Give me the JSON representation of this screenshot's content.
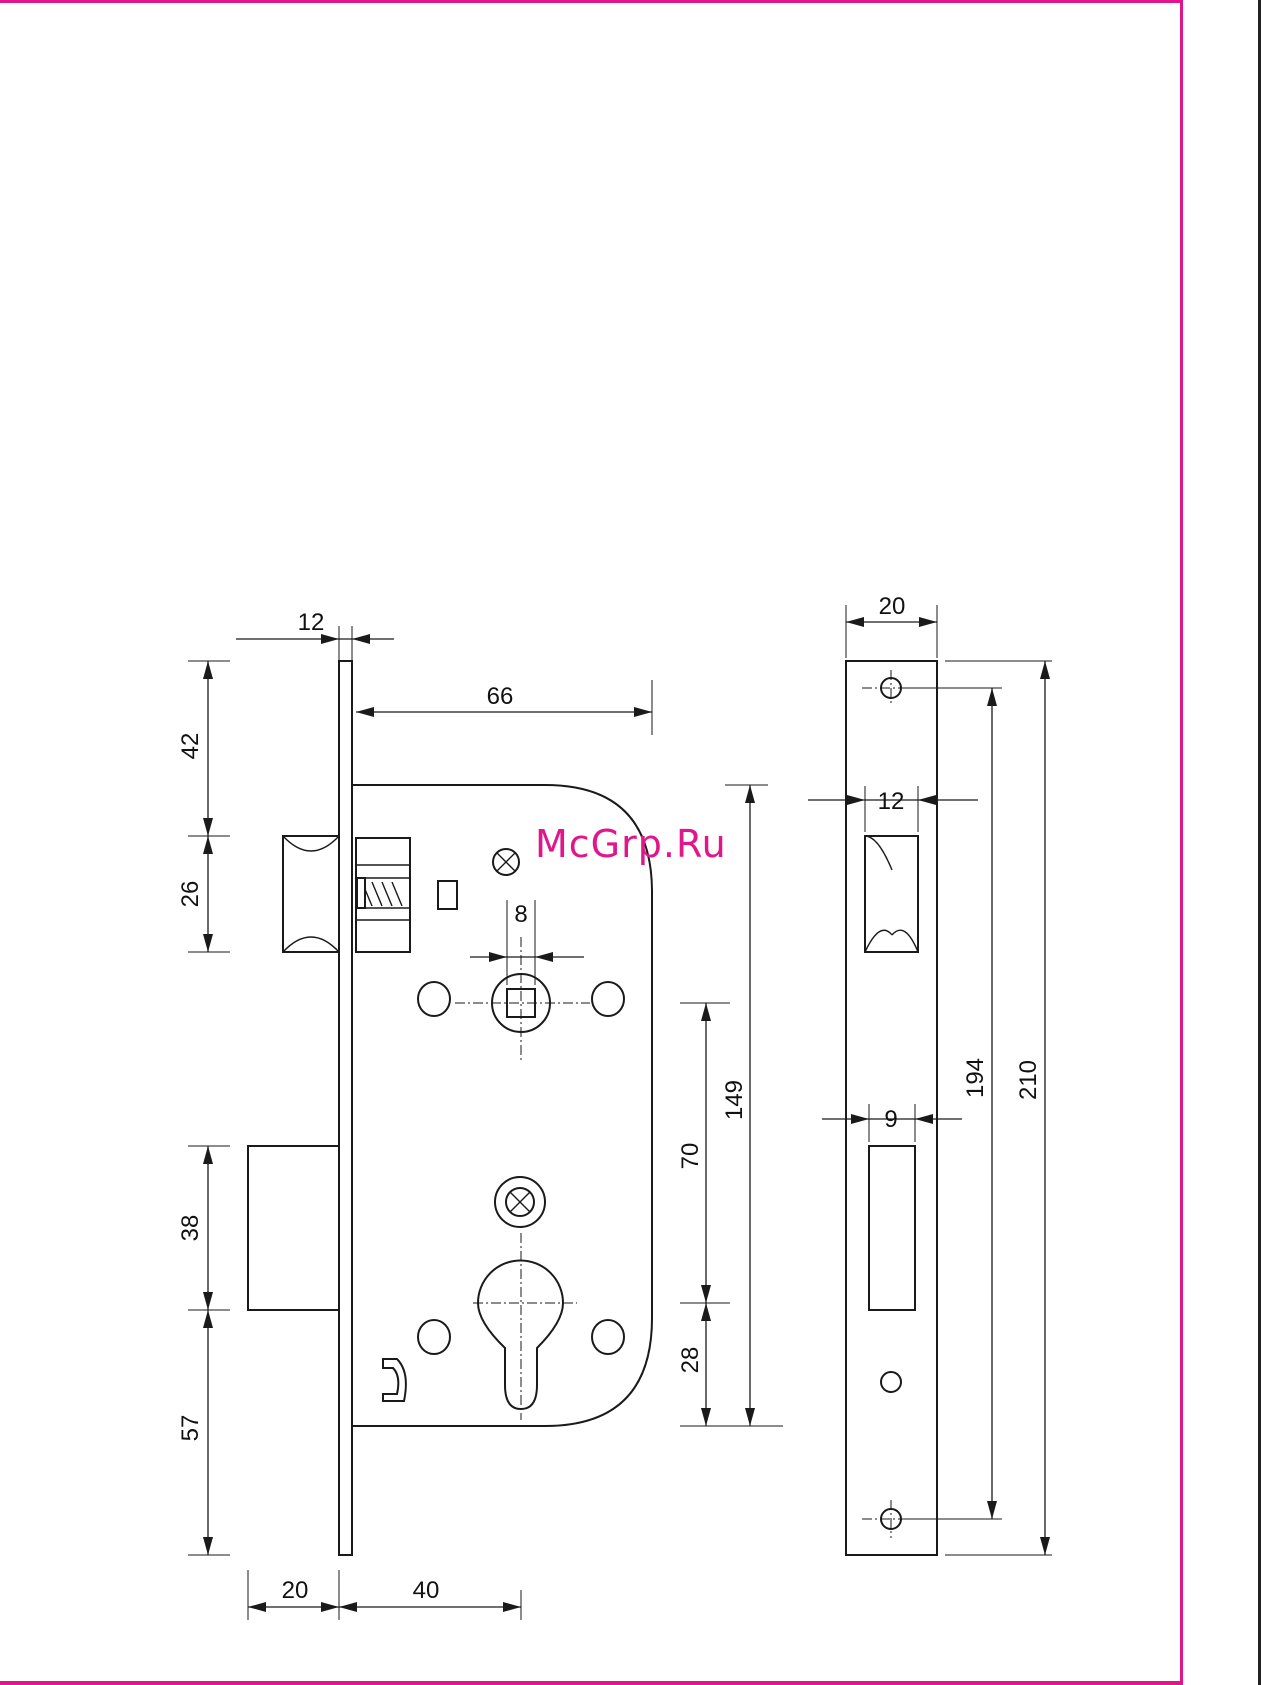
{
  "watermark": "McGrp.Ru",
  "dimensions": {
    "faceplate_thickness": "12",
    "backset_top": "66",
    "top_to_latch": "42",
    "latch_height": "26",
    "spindle_square": "8",
    "body_height": "149",
    "spindle_to_cylinder": "70",
    "cylinder_to_bottom": "28",
    "bolt_height": "38",
    "bolt_to_bottom": "57",
    "bolt_throw": "20",
    "backset_bottom": "40",
    "strike_width": "20",
    "strike_latch_window": "12",
    "strike_bolt_window": "9",
    "strike_hole_spacing": "194",
    "strike_length": "210"
  },
  "colors": {
    "frame": "#e0168a",
    "watermark": "#e0168a",
    "line": "#1a1a1a"
  }
}
